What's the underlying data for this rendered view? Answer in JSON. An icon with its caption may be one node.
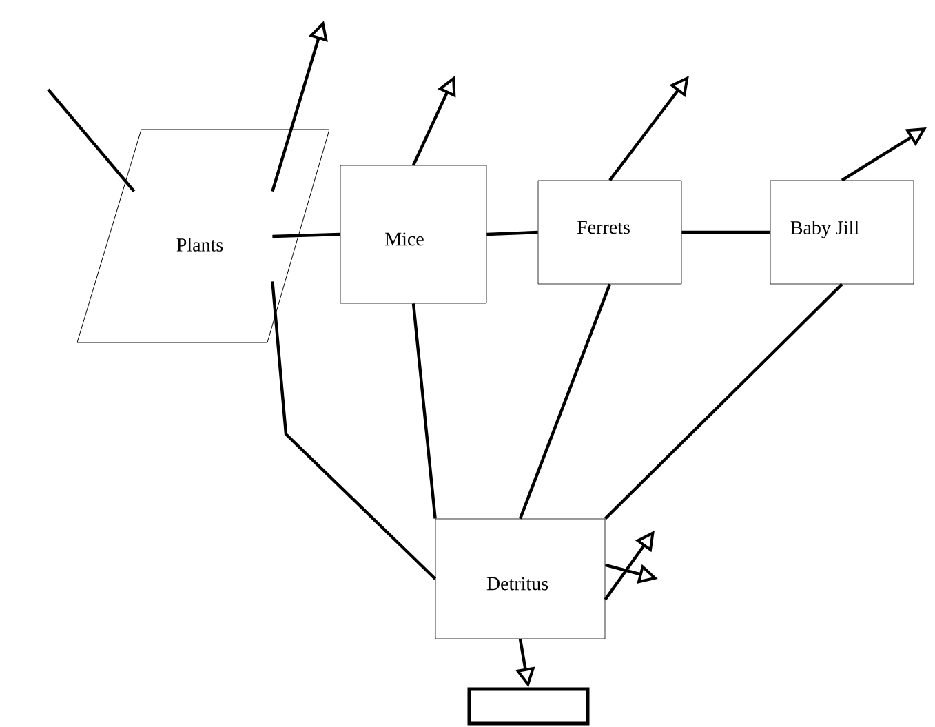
{
  "diagram": {
    "nodes": [
      {
        "text": [
          "Plants"
        ]
      },
      {
        "text": [
          "Mice"
        ]
      },
      {
        "text": [
          "Ferrets"
        ]
      },
      {
        "text": [
          "Baby Jill"
        ]
      },
      {
        "text": [
          "Detritus"
        ]
      },
      {
        "text": [],
        "shape": "box"
      }
    ],
    "edges": [
      {
        "from": null,
        "to": 0,
        "arrow": "none"
      },
      {
        "from": 0,
        "to": null,
        "arrow": "to"
      },
      {
        "from": 0,
        "to": 1,
        "arrow": "none"
      },
      {
        "from": 0,
        "to": 4,
        "arrow": "none"
      },
      {
        "from": 1,
        "to": null,
        "arrow": "to"
      },
      {
        "from": 1,
        "to": 2,
        "arrow": "none"
      },
      {
        "from": 1,
        "to": 4,
        "arrow": "none"
      },
      {
        "from": 2,
        "to": null,
        "arrow": "to"
      },
      {
        "from": 2,
        "to": 3,
        "arrow": "none"
      },
      {
        "from": 2,
        "to": 4,
        "arrow": "none"
      },
      {
        "from": 3,
        "to": null,
        "arrow": "to"
      },
      {
        "from": 3,
        "to": 4,
        "arrow": "none"
      },
      {
        "from": 4,
        "to": null,
        "arrow": "to"
      },
      {
        "from": 4,
        "to": null,
        "arrow": "to"
      },
      {
        "from": 4,
        "to": 5,
        "arrow": "to"
      }
    ]
  }
}
